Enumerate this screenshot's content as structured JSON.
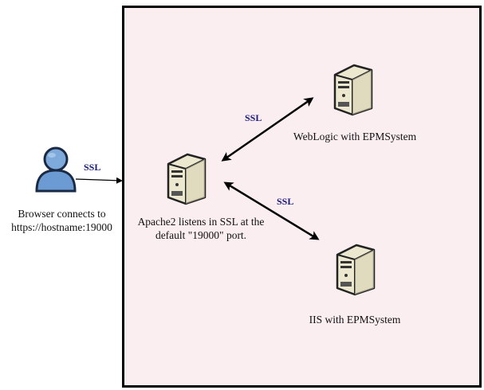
{
  "diagram": {
    "client": {
      "label_line1": "Browser connects to",
      "label_line2": "https://hostname:19000",
      "icon": "user-icon"
    },
    "client_link": {
      "label": "SSL"
    },
    "apache": {
      "label_line1": "Apache2 listens in SSL at the",
      "label_line2": "default \"19000\" port.",
      "icon": "server-icon"
    },
    "weblogic": {
      "label": "WebLogic with EPMSystem",
      "icon": "server-icon"
    },
    "iis": {
      "label": "IIS with EPMSystem",
      "icon": "server-icon"
    },
    "weblogic_link": {
      "label": "SSL"
    },
    "iis_link": {
      "label": "SSL"
    },
    "colors": {
      "zone_fill": "#fbeef0",
      "ssl_text": "#1a1a7a",
      "user_blue": "#6b9bd2",
      "server_body": "#ece8d0"
    }
  }
}
